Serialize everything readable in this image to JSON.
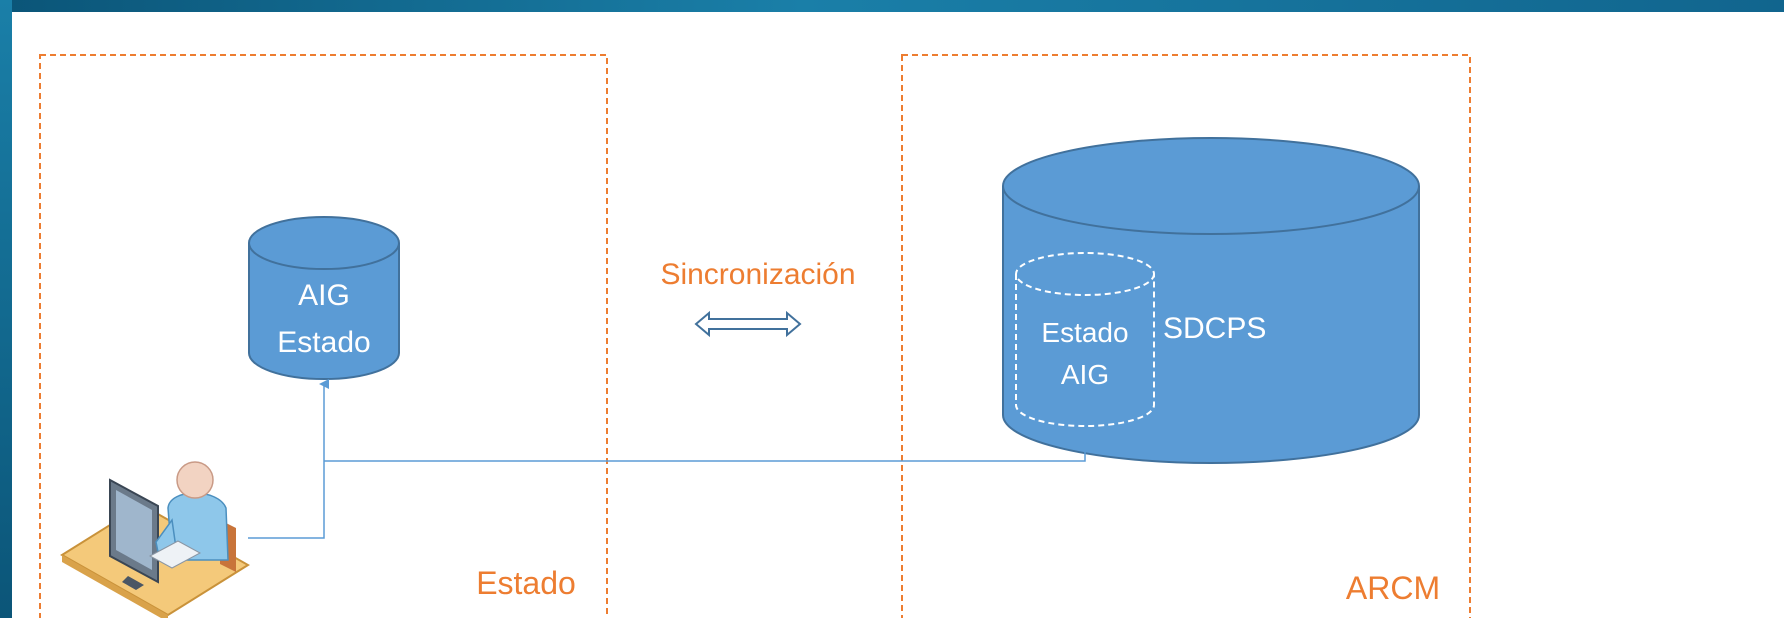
{
  "diagram": {
    "zones": [
      {
        "name": "Estado"
      },
      {
        "name": "ARCM"
      }
    ],
    "sync_label": "Sincronización",
    "db_left": {
      "line1": "AIG",
      "line2": "Estado"
    },
    "db_inner": {
      "line1": "Estado",
      "line2": "AIG"
    },
    "db_right": {
      "label": "SDCPS"
    }
  },
  "colors": {
    "zone_border": "#ed7d31",
    "zone_label": "#ed7d31",
    "db_fill": "#5b9bd5",
    "db_stroke": "#41719c",
    "connector": "#5b9bd5",
    "frame": "#0e5f86"
  }
}
